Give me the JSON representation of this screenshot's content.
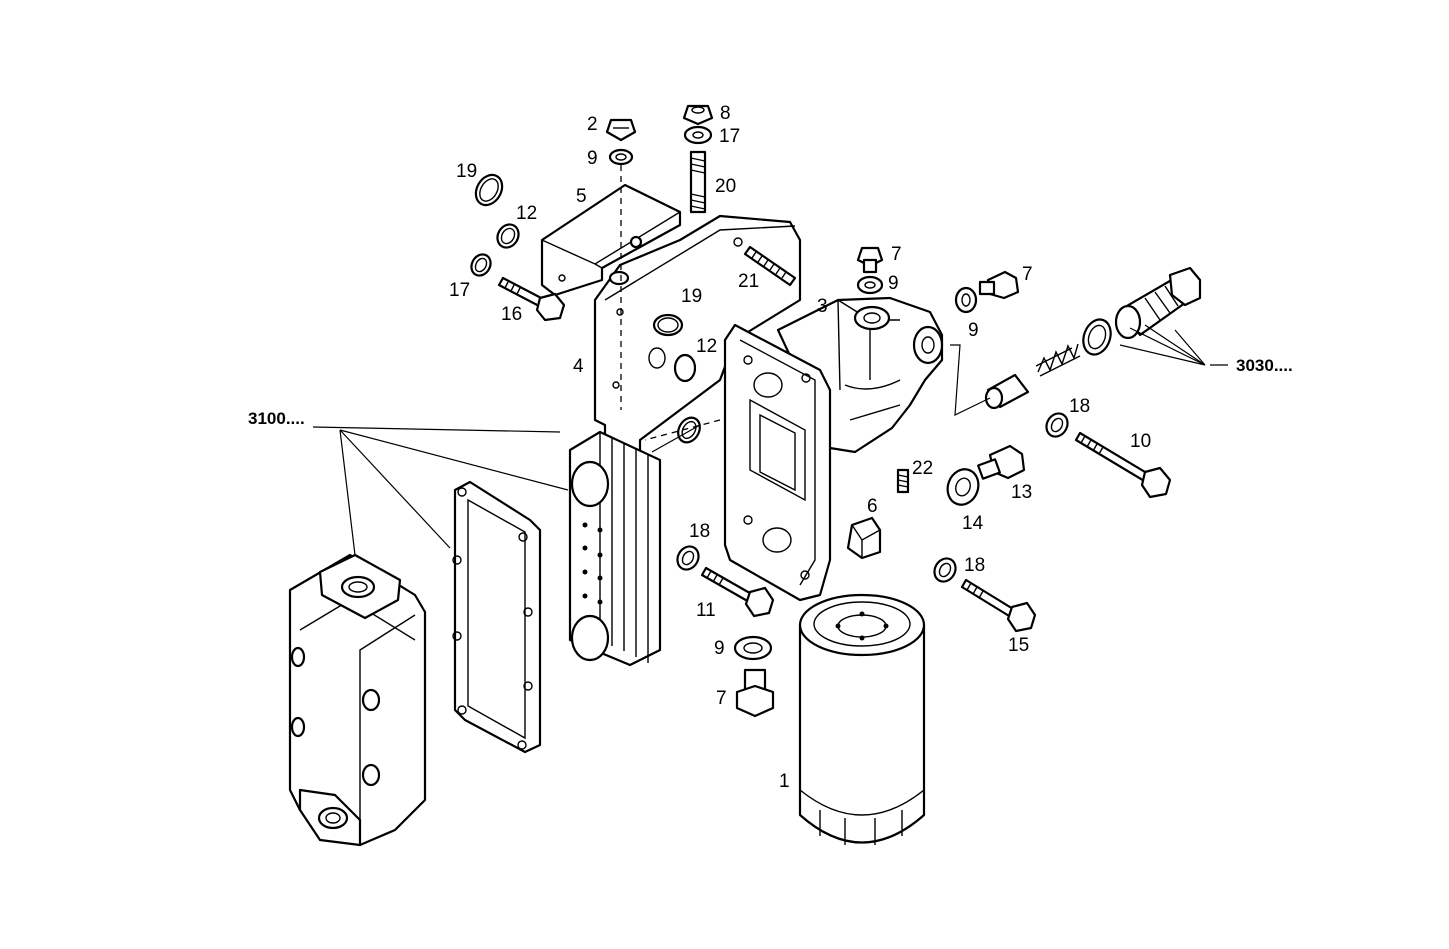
{
  "callouts": {
    "c1": "1",
    "c2": "2",
    "c3": "3",
    "c4": "4",
    "c5": "5",
    "c6": "6",
    "c7a": "7",
    "c7b": "7",
    "c7c": "7",
    "c8": "8",
    "c9a": "9",
    "c9b": "9",
    "c9c": "9",
    "c9d": "9",
    "c10": "10",
    "c11": "11",
    "c12a": "12",
    "c12b": "12",
    "c13": "13",
    "c14": "14",
    "c15": "15",
    "c16": "16",
    "c17a": "17",
    "c17b": "17",
    "c18a": "18",
    "c18b": "18",
    "c18c": "18",
    "c19a": "19",
    "c19b": "19",
    "c20": "20",
    "c21": "21",
    "c22": "22",
    "group3100": "3100....",
    "group3030": "3030...."
  }
}
